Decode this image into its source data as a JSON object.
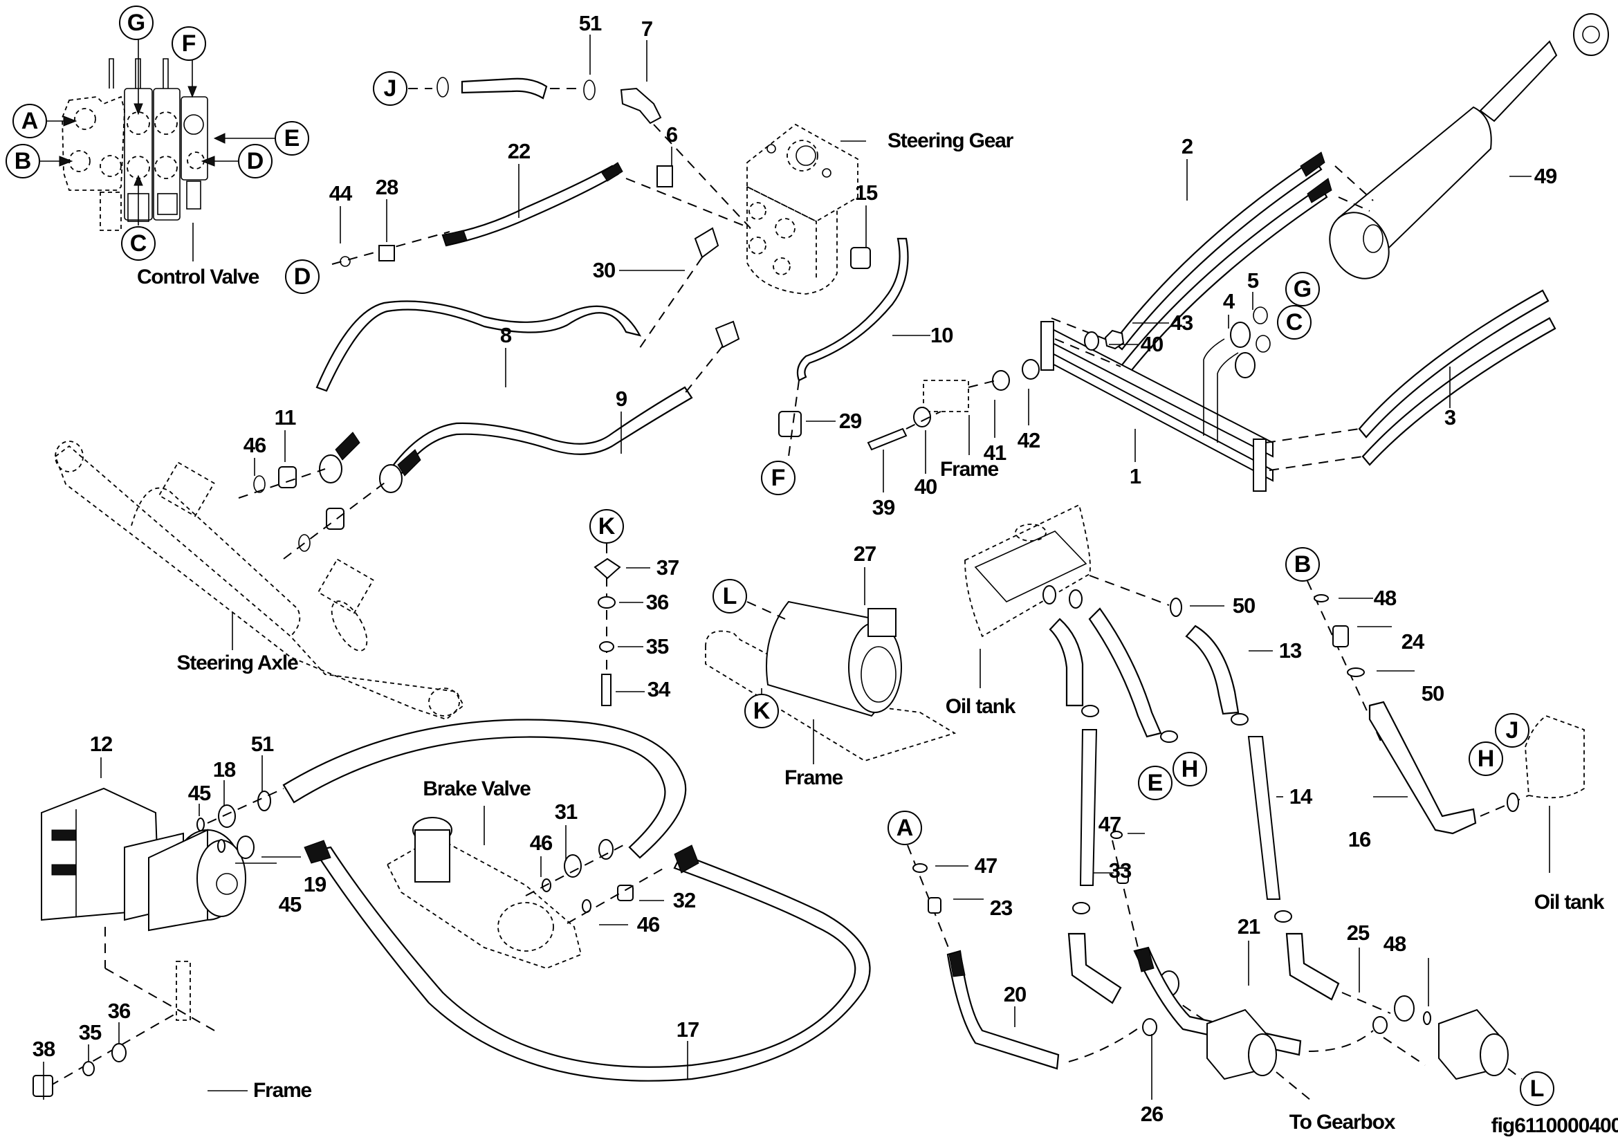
{
  "figure": {
    "id": "fig6110000400",
    "title": "Hydraulic steering and brake system exploded parts diagram"
  },
  "assembly_labels": {
    "control_valve": "Control Valve",
    "steering_gear": "Steering Gear",
    "steering_axle": "Steering Axle",
    "brake_valve": "Brake Valve",
    "frame_1": "Frame",
    "frame_2": "Frame",
    "frame_3": "Frame",
    "oil_tank_1": "Oil tank",
    "oil_tank_2": "Oil tank",
    "to_gearbox": "To Gearbox"
  },
  "reference_circles": {
    "cv_g": "G",
    "cv_f": "F",
    "cv_a": "A",
    "cv_b": "B",
    "cv_e": "E",
    "cv_d": "D",
    "cv_c": "C",
    "j_top": "J",
    "d_left": "D",
    "f_mid": "F",
    "g_right": "G",
    "c_right": "C",
    "k_stack": "K",
    "l_motor": "L",
    "k_motor": "K",
    "b_right": "B",
    "h_mid": "H",
    "e_mid": "E",
    "j_tank": "J",
    "h_tank": "H",
    "a_low": "A",
    "l_low": "L"
  },
  "part_numbers": {
    "p51_top": "51",
    "p7": "7",
    "p6": "6",
    "p22": "22",
    "p44": "44",
    "p28": "28",
    "p15": "15",
    "p30": "30",
    "p10": "10",
    "p8": "8",
    "p9": "9",
    "p11": "11",
    "p46_axle": "46",
    "p29": "29",
    "p39": "39",
    "p40_mid": "40",
    "p41": "41",
    "p42": "42",
    "p2": "2",
    "p49": "49",
    "p4": "4",
    "p5": "5",
    "p43": "43",
    "p40_right": "40",
    "p3": "3",
    "p1": "1",
    "p37": "37",
    "p36_stack": "36",
    "p35_stack": "35",
    "p34": "34",
    "p27": "27",
    "p50_a": "50",
    "p13": "13",
    "p48_top": "48",
    "p24": "24",
    "p50_b": "50",
    "p14": "14",
    "p16": "16",
    "p12": "12",
    "p18": "18",
    "p51_low": "51",
    "p45_a": "45",
    "p19": "19",
    "p45_b": "45",
    "p31": "31",
    "p46_bv": "46",
    "p32": "32",
    "p46_bv2": "46",
    "p17": "17",
    "p38": "38",
    "p35_low": "35",
    "p36_low": "36",
    "p47_a": "47",
    "p23": "23",
    "p47_e": "47",
    "p33": "33",
    "p20": "20",
    "p21": "21",
    "p25": "25",
    "p48_low": "48",
    "p26": "26"
  }
}
